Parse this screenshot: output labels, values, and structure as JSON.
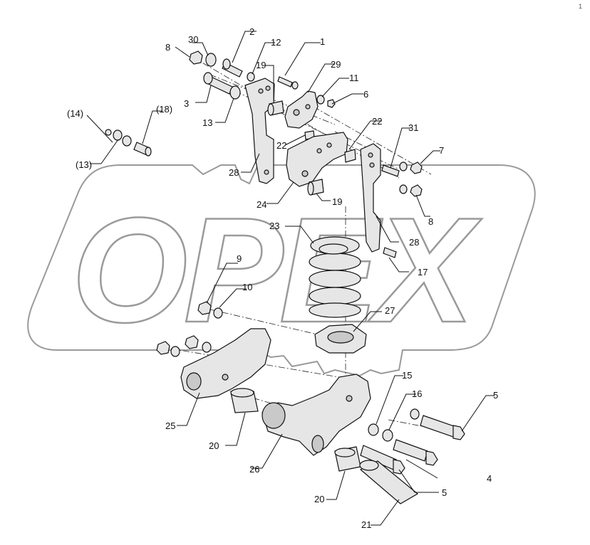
{
  "watermark": {
    "text": "OPEX"
  },
  "corner_mark": "1",
  "callouts": {
    "c1": "1",
    "c2": "2",
    "c3": "3",
    "c4": "4",
    "c5a": "5",
    "c5b": "5",
    "c6": "6",
    "c7": "7",
    "c8a": "8",
    "c8b": "8",
    "c9": "9",
    "c10": "10",
    "c11": "11",
    "c12": "12",
    "c13": "13",
    "c13p": "(13)",
    "c14p": "(14)",
    "c15": "15",
    "c16": "16",
    "c17": "17",
    "c18p": "(18)",
    "c19a": "19",
    "c19b": "19",
    "c20a": "20",
    "c20b": "20",
    "c21": "21",
    "c22a": "22",
    "c22b": "22",
    "c23": "23",
    "c24": "24",
    "c25": "25",
    "c26": "26",
    "c27": "27",
    "c28a": "28",
    "c28b": "28",
    "c29": "29",
    "c30": "30",
    "c31": "31"
  }
}
